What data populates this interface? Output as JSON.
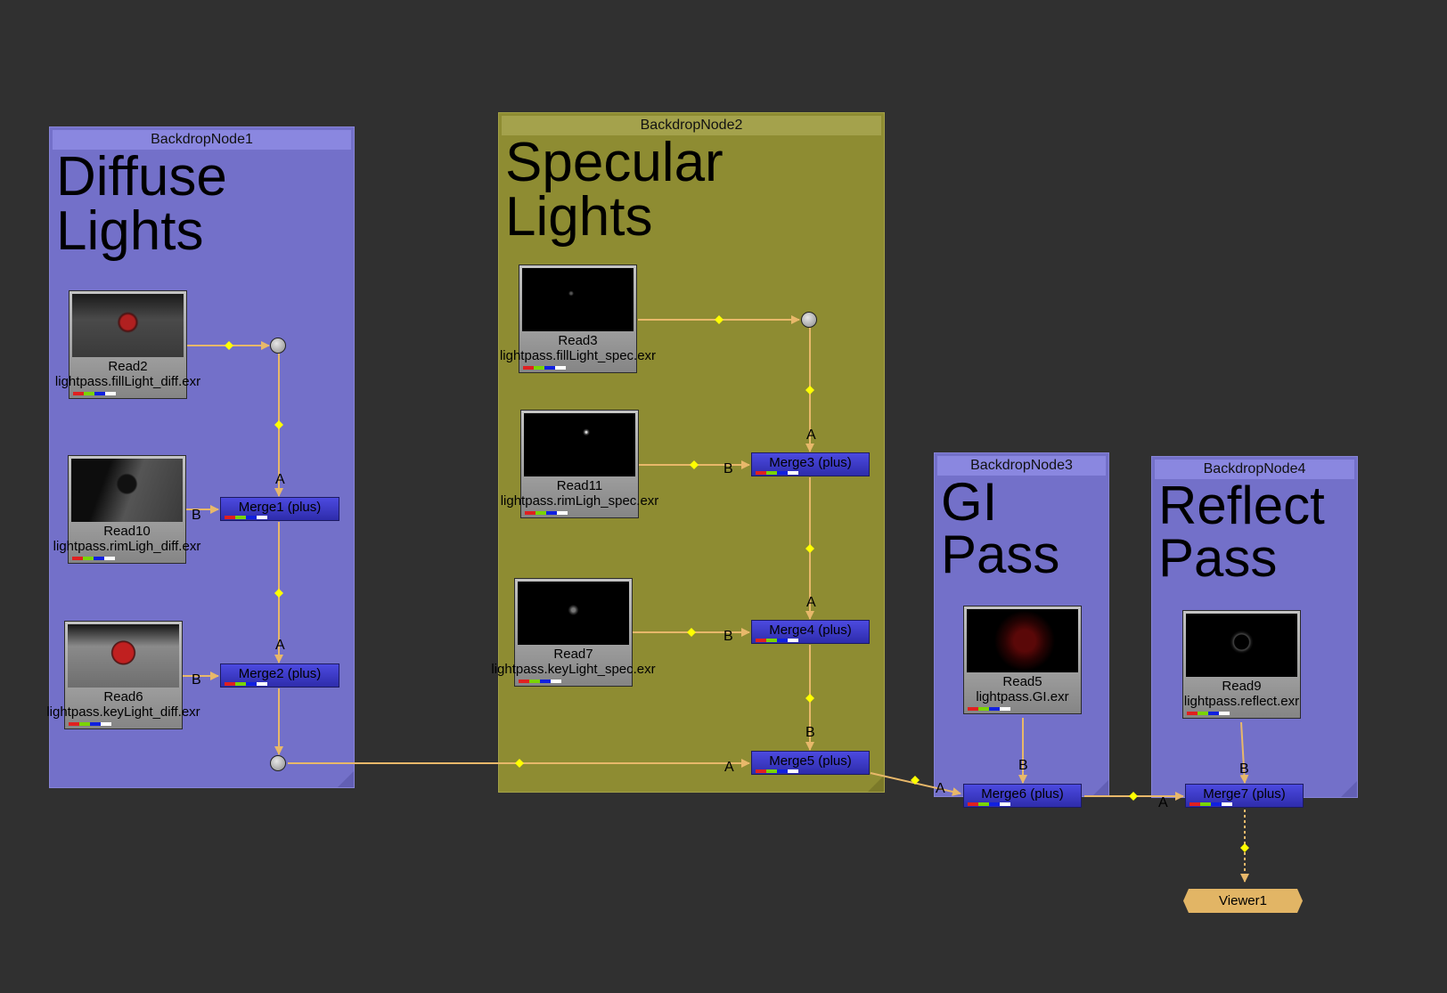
{
  "backdrops": [
    {
      "title": "BackdropNode1",
      "label": "Diffuse\nLights"
    },
    {
      "title": "BackdropNode2",
      "label": "Specular\nLights"
    },
    {
      "title": "BackdropNode3",
      "label": "GI\nPass"
    },
    {
      "title": "BackdropNode4",
      "label": "Reflect\nPass"
    }
  ],
  "read_nodes": [
    {
      "name": "Read2",
      "file": "lightpass.fillLight_diff.exr"
    },
    {
      "name": "Read10",
      "file": "lightpass.rimLigh_diff.exr"
    },
    {
      "name": "Read6",
      "file": "lightpass.keyLight_diff.exr"
    },
    {
      "name": "Read3",
      "file": "lightpass.fillLight_spec.exr"
    },
    {
      "name": "Read11",
      "file": "lightpass.rimLigh_spec.exr"
    },
    {
      "name": "Read7",
      "file": "lightpass.keyLight_spec.exr"
    },
    {
      "name": "Read5",
      "file": "lightpass.GI.exr"
    },
    {
      "name": "Read9",
      "file": "lightpass.reflect.exr"
    }
  ],
  "merge_nodes": [
    {
      "label": "Merge1 (plus)"
    },
    {
      "label": "Merge2 (plus)"
    },
    {
      "label": "Merge3 (plus)"
    },
    {
      "label": "Merge4 (plus)"
    },
    {
      "label": "Merge5 (plus)"
    },
    {
      "label": "Merge6 (plus)"
    },
    {
      "label": "Merge7 (plus)"
    }
  ],
  "viewer": {
    "label": "Viewer1"
  },
  "input_labels": {
    "a": "A",
    "b": "B"
  },
  "colors": {
    "canvas": "#303030",
    "backdrop_blue": "#7370c9",
    "backdrop_olive": "#8e8c32",
    "merge_node": "#3b39c8",
    "wire": "#e8b86a",
    "wire_handle": "#ffff00",
    "viewer_node": "#e2b565"
  }
}
